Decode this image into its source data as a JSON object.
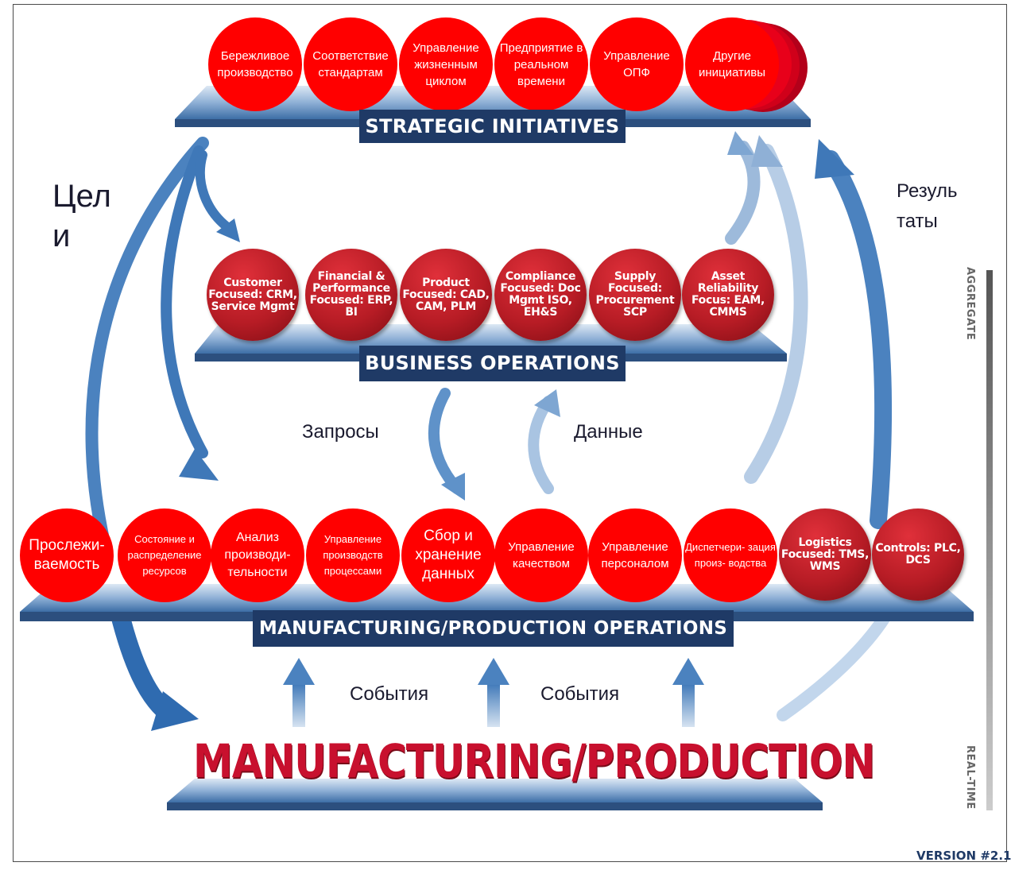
{
  "strategic": {
    "label": "STRATEGIC INITIATIVES",
    "items": [
      {
        "text": "Бережливое производство"
      },
      {
        "text": "Соответствие стандартам"
      },
      {
        "text": "Управление жизненным циклом"
      },
      {
        "text": "Предприятие в реальном времени"
      },
      {
        "text": "Управление ОПФ"
      },
      {
        "text": "Другие инициативы"
      }
    ]
  },
  "business": {
    "label": "BUSINESS OPERATIONS",
    "items": [
      {
        "text": "Customer Focused: CRM, Service Mgmt"
      },
      {
        "text": "Financial & Performance Focused: ERP, BI"
      },
      {
        "text": "Product Focused: CAD, CAM, PLM"
      },
      {
        "text": "Compliance Focused: Doc Mgmt ISO, EH&S"
      },
      {
        "text": "Supply Focused: Procurement SCP"
      },
      {
        "text": "Asset Reliability Focus: EAM, CMMS"
      }
    ]
  },
  "manufacturing_ops": {
    "label": "MANUFACTURING/PRODUCTION OPERATIONS",
    "items": [
      {
        "text": "Прослежи- ваемость"
      },
      {
        "text": "Состояние и распределение ресурсов"
      },
      {
        "text": "Анализ производи- тельности"
      },
      {
        "text": "Управление производств процессами"
      },
      {
        "text": "Сбор и хранение данных"
      },
      {
        "text": "Управление качеством"
      },
      {
        "text": "Управление персоналом"
      },
      {
        "text": "Диспетчери- зация произ- водства"
      },
      {
        "text": "Logistics Focused: TMS, WMS"
      },
      {
        "text": "Controls: PLC, DCS"
      }
    ]
  },
  "production": {
    "label": "MANUFACTURING/PRODUCTION"
  },
  "flows": {
    "goals": "Цел и",
    "results": "Резуль таты",
    "requests": "Запросы",
    "data": "Данные",
    "events_1": "События",
    "events_2": "События"
  },
  "scale": {
    "top": "AGGREGATE",
    "bottom": "REAL-TIME"
  },
  "version": "VERSION #2.1",
  "colors": {
    "initiative_red": "#ff0000",
    "ball_red": "#b71c25",
    "label_navy": "#1f3a66",
    "arrow_blue": "#3f78b8"
  }
}
